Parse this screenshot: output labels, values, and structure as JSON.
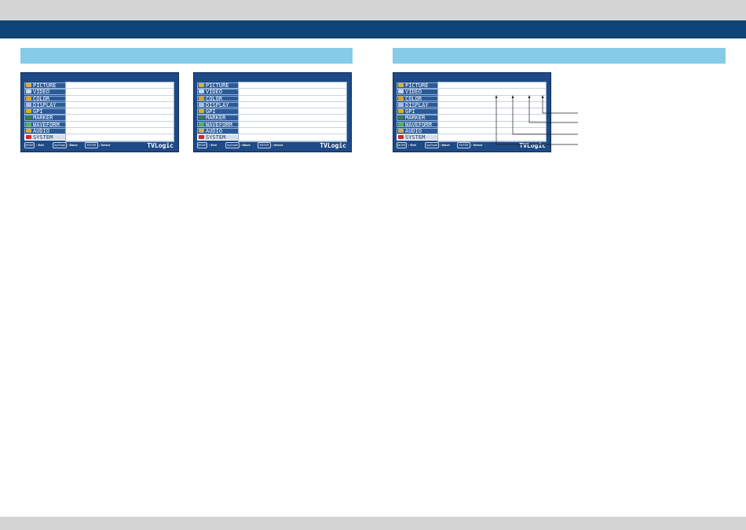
{
  "colors": {
    "header_band": "#0f4476",
    "page_bands": "#d4d4d4",
    "section_bar": "#86cce8",
    "screen_bg": "#1e4a86"
  },
  "menu": {
    "items": [
      {
        "label": "PICTURE",
        "icon": "picture-icon",
        "icon_color": "#d4b040"
      },
      {
        "label": "VIDEO",
        "icon": "video-icon",
        "icon_color": "#c9d7ea"
      },
      {
        "label": "COLOR",
        "icon": "color-icon",
        "icon_color": "#d8a020"
      },
      {
        "label": "DISPLAY",
        "icon": "display-icon",
        "icon_color": "#a8c0e0"
      },
      {
        "label": "GPI",
        "icon": "gpi-icon",
        "icon_color": "#d8b020"
      },
      {
        "label": "MARKER",
        "icon": "marker-icon",
        "icon_color": "#3c7a5a"
      },
      {
        "label": "WAVEFORM",
        "icon": "waveform-icon",
        "icon_color": "#58b060"
      },
      {
        "label": "AUDIO",
        "icon": "audio-icon",
        "icon_color": "#d0b050"
      },
      {
        "label": "SYSTEM",
        "icon": "system-icon",
        "icon_color": "#d02828"
      }
    ],
    "selected": "SYSTEM"
  },
  "footer": {
    "mode_key": "MODE",
    "exit_label": ": Exit",
    "updown_key": "Up/Down",
    "move_label": ": Move",
    "enter_key": "ENTER",
    "select_label": ": Select"
  },
  "brand": "TVLogic"
}
